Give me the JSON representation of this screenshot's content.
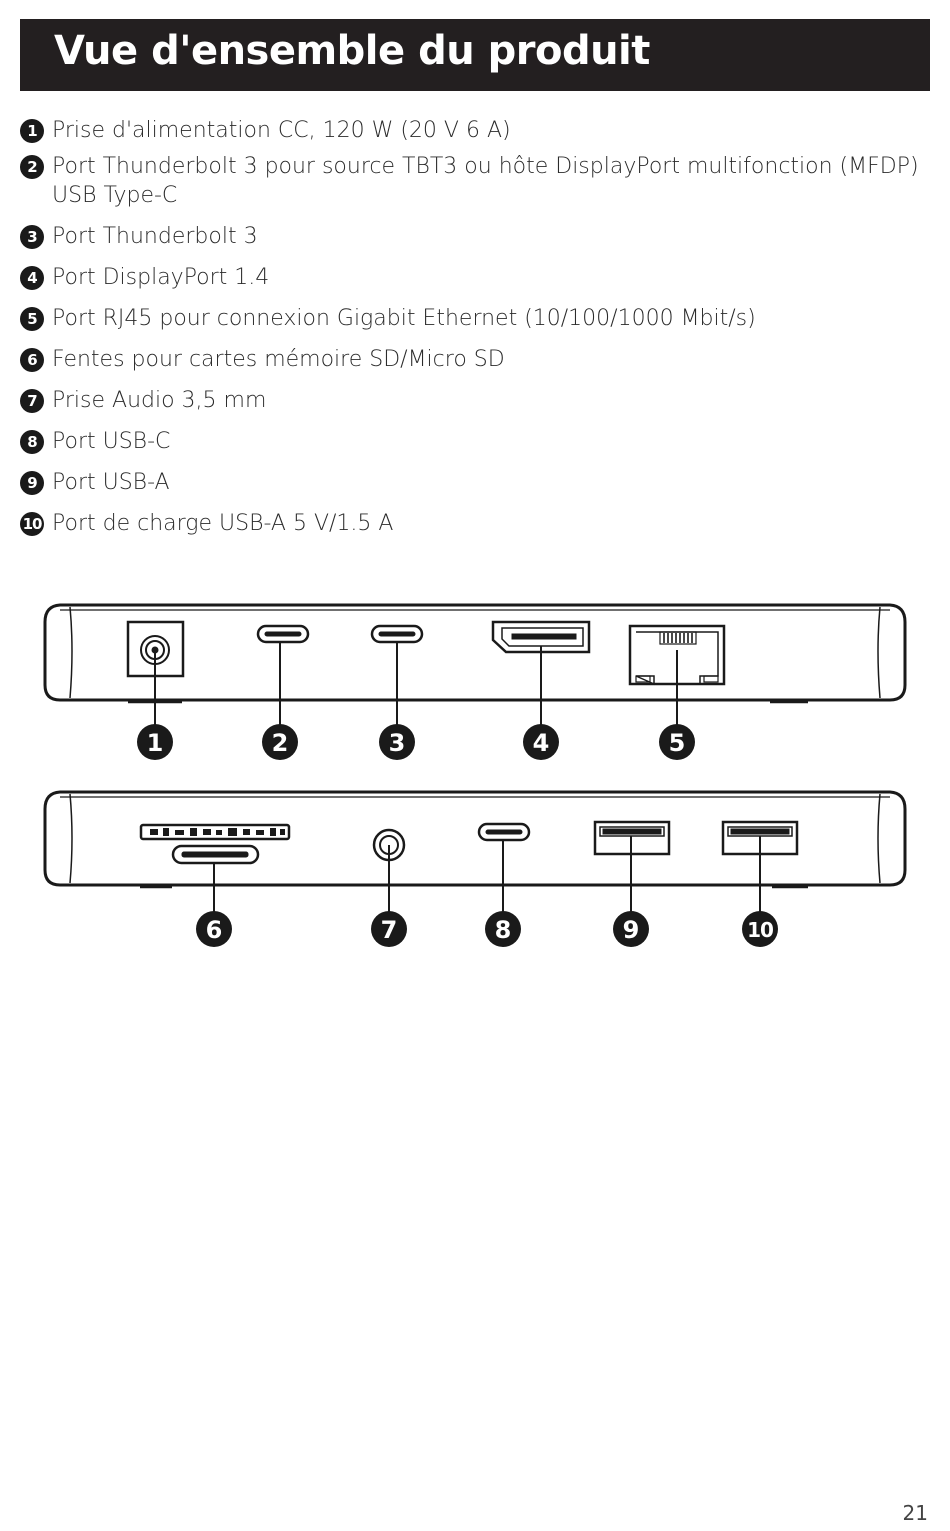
{
  "header": {
    "title": "Vue d'ensemble du produit"
  },
  "features": [
    {
      "number": "1",
      "text": "Prise d'alimentation CC, 120 W (20 V 6 A)"
    },
    {
      "number": "2",
      "text": "Port Thunderbolt 3 pour source TBT3 ou hôte DisplayPort multifonction (MFDP) USB Type-C"
    },
    {
      "number": "3",
      "text": "Port Thunderbolt 3"
    },
    {
      "number": "4",
      "text": "Port DisplayPort 1.4"
    },
    {
      "number": "5",
      "text": "Port RJ45 pour connexion Gigabit Ethernet (10/100/1000 Mbit/s)"
    },
    {
      "number": "6",
      "text": "Fentes pour cartes mémoire SD/Micro SD"
    },
    {
      "number": "7",
      "text": "Prise Audio 3,5 mm"
    },
    {
      "number": "8",
      "text": "Port USB-C"
    },
    {
      "number": "9",
      "text": "Port USB-A"
    },
    {
      "number": "10",
      "text": "Port de charge USB-A 5 V/1.5 A"
    }
  ],
  "callouts": {
    "top_row": [
      "1",
      "2",
      "3",
      "4",
      "5"
    ],
    "bottom_row": [
      "6",
      "7",
      "8",
      "9",
      "10"
    ]
  },
  "page_number": "21"
}
